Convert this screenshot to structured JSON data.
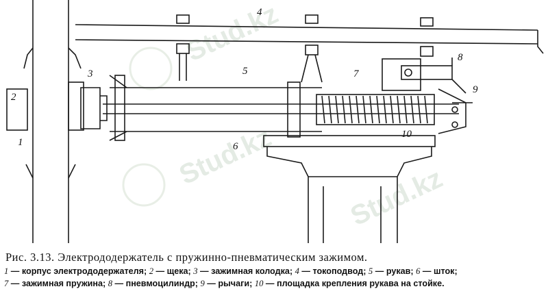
{
  "figure": {
    "part_labels": [
      "1",
      "2",
      "3",
      "4",
      "5",
      "6",
      "7",
      "8",
      "9",
      "10"
    ],
    "watermark": "Stud.kz",
    "caption_title": "Рис. 3.13. Электрододержатель с пружинно-пневматическим зажимом.",
    "legend": [
      {
        "num": "1",
        "text": "корпус электрододержателя;"
      },
      {
        "num": "2",
        "text": "щека;"
      },
      {
        "num": "3",
        "text": "зажимная колодка;"
      },
      {
        "num": "4",
        "text": "токоподвод;"
      },
      {
        "num": "5",
        "text": "рукав;"
      },
      {
        "num": "6",
        "text": "шток;"
      },
      {
        "num": "7",
        "text": "зажимная пружина;"
      },
      {
        "num": "8",
        "text": "пневмоцилиндр;"
      },
      {
        "num": "9",
        "text": "рычаги;"
      },
      {
        "num": "10",
        "text": "площадка крепления рукава на стойке."
      }
    ]
  }
}
